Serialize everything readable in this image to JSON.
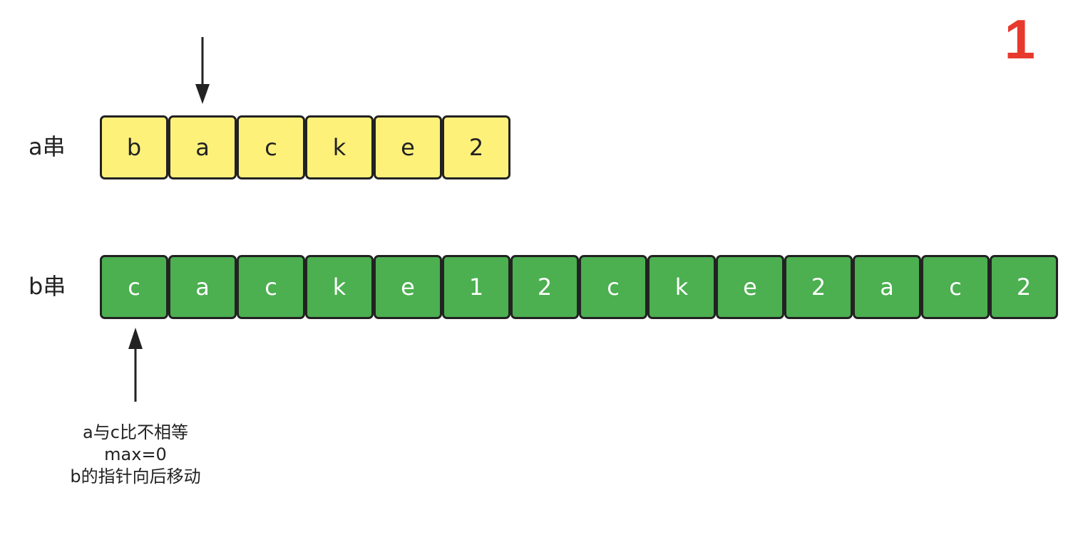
{
  "step": "1",
  "string_a": {
    "label": "a串",
    "chars": [
      "b",
      "a",
      "c",
      "k",
      "e",
      "2"
    ],
    "color": "#fdf17a"
  },
  "string_b": {
    "label": "b串",
    "chars": [
      "c",
      "a",
      "c",
      "k",
      "e",
      "1",
      "2",
      "c",
      "k",
      "e",
      "2",
      "a",
      "c",
      "2"
    ],
    "color": "#4caf50"
  },
  "pointer_a_index": 1,
  "pointer_b_index": 0,
  "pointer_a_icon": "arrow-down-icon",
  "pointer_b_icon": "arrow-up-icon",
  "note": {
    "line1": "a与c比不相等",
    "line2": "max=0",
    "line3": "b的指针向后移动"
  },
  "colors": {
    "step": "#e8392e",
    "cell_border": "#222222"
  }
}
